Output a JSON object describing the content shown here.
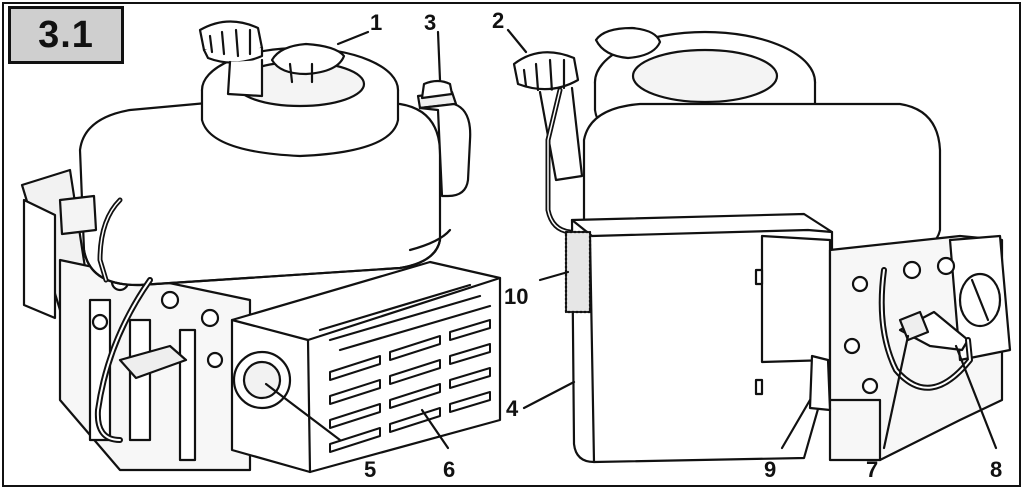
{
  "figure": {
    "label": "3.1"
  },
  "callouts": {
    "c1": "1",
    "c2": "2",
    "c3": "3",
    "c4": "4",
    "c5": "5",
    "c6": "6",
    "c7": "7",
    "c8": "8",
    "c9": "9",
    "c10": "10"
  }
}
